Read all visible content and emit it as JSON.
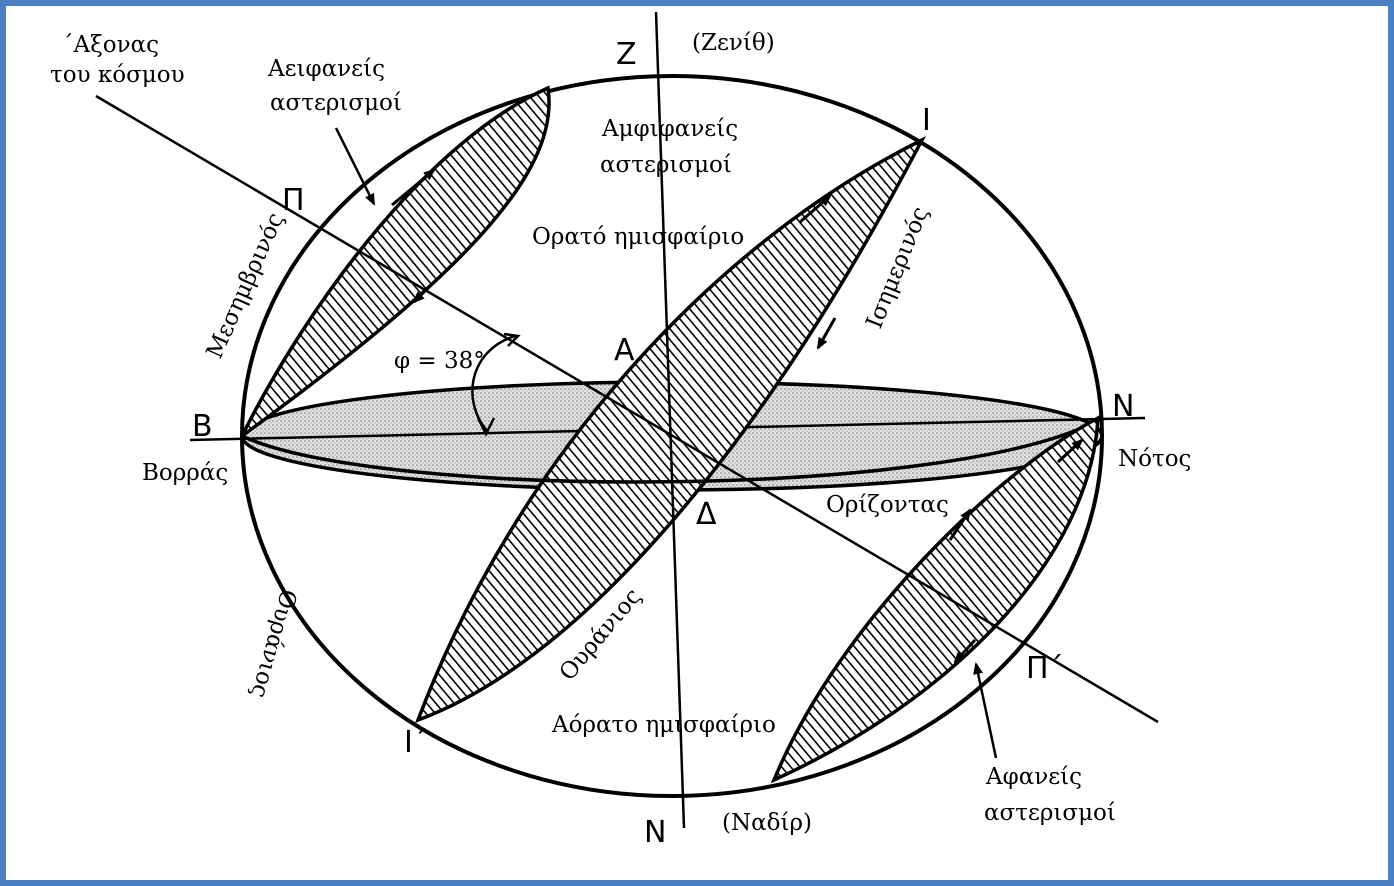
{
  "colors": {
    "frame": "#4a7fc1",
    "ink": "#000000",
    "horizon_fill": "#d4d4d4"
  },
  "labels": {
    "Z": "Z",
    "zenith": "(Ζενίθ)",
    "axis_line1": "΄Αξονας",
    "axis_line2": "του κόσμου",
    "circumpolar_line1": "Αειφανείς",
    "circumpolar_line2": "αστερισμοί",
    "amphi_line1": "Αμφιφανείς",
    "amphi_line2": "αστερισμοί",
    "I_top": "I",
    "P": "Π",
    "visible": "Ορατό ημισφαίριο",
    "ismerinos": "Ισημερινός",
    "mesimvrinos": "Μεσημβρινός",
    "phi": "φ = 38°",
    "A": "A",
    "B": "B",
    "N_right": "N",
    "north": "Βορράς",
    "south": "Νότος",
    "D": "Δ",
    "horizon": "Ορίζοντας",
    "ouranios_left": "Ουράνιος",
    "ouranios_center": "Ουράνιος",
    "P_prime": "Π΄",
    "I_prime": "I΄",
    "invisible": "Αόρατο ημισφαίριο",
    "N_bottom": "N",
    "nadir": "(Ναδίρ)",
    "afaneis_line1": "Αφανείς",
    "afaneis_line2": "αστερισμοί"
  }
}
